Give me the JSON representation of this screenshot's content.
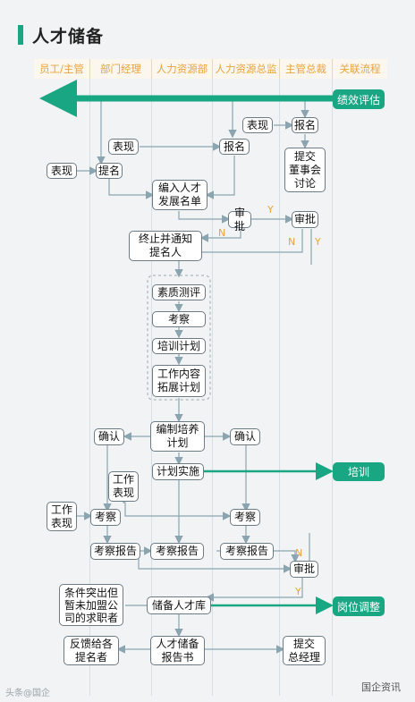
{
  "title": "人才储备",
  "lanes": [
    "员工/主管",
    "部门经理",
    "人力资源部",
    "人力资源总监",
    "主管总裁",
    "关联流程"
  ],
  "nodes": {
    "jixiao": "绩效评估",
    "biaoxian_zg": "表现",
    "baoming_zg": "报名",
    "biaoxian_bm": "表现",
    "baoming_hr": "报名",
    "tijiao_dsh": "提交\n董事会\n讨论",
    "biaoxian_yg": "表现",
    "baoming_bm": "提名",
    "bianru": "编入人才\n发展名单",
    "shenpi_hr": "审批",
    "shenpi_zg": "审批",
    "zhongzhi": "终止并通知\n提名人",
    "suzhi": "素质测评",
    "kaocha1": "考察",
    "peixun_jh": "培训计划",
    "gongzuo_neirong": "工作内容\n拓展计划",
    "queren_bm": "确认",
    "bianzhi": "编制培养\n计划",
    "queren_hrzj": "确认",
    "gongzuo_bx_bm": "工作\n表现",
    "jihua_shishi": "计划实施",
    "peixun": "培训",
    "gongzuo_bx_yg": "工作\n表现",
    "kaocha_bm": "考察",
    "kaocha_hrzj": "考察",
    "baogao_bm": "考察报告",
    "baogao_hr": "考察报告",
    "baogao_hrzj": "考察报告",
    "shenpi_zg2": "审批",
    "tiaojian": "条件突出但\n暂未加盟公\n司的求职者",
    "chubei": "储备人才库",
    "gangwei": "岗位调整",
    "fankui": "反馈给各\n提名者",
    "rencai_bgs": "人才储备\n报告书",
    "tijiao_zjl": "提交\n总经理"
  },
  "flags": {
    "y1": "Y",
    "n1": "N",
    "n2": "N",
    "y2": "Y",
    "n3": "N",
    "y3": "Y"
  },
  "watermarks": {
    "left": "头条@国企",
    "right": "国企资讯"
  },
  "colors": {
    "accent": "#19a683",
    "header_text": "#e8a33a"
  }
}
